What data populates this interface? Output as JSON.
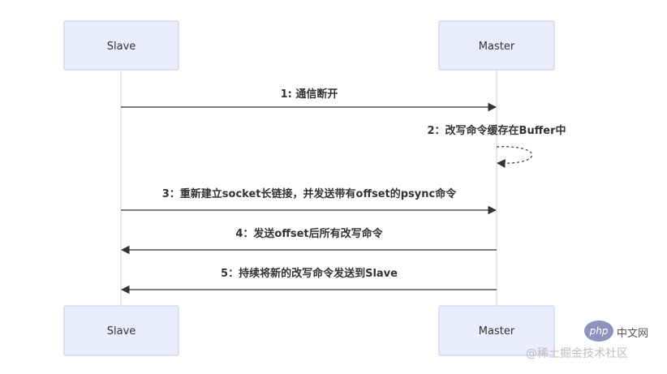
{
  "diagram": {
    "participants": [
      {
        "id": "slave",
        "label": "Slave"
      },
      {
        "id": "master",
        "label": "Master"
      }
    ],
    "messages": [
      {
        "from": "slave",
        "to": "master",
        "text": "1: 通信断开",
        "style": "solid"
      },
      {
        "from": "master",
        "to": "master",
        "text": "2：改写命令缓存在Buffer中",
        "style": "dashed"
      },
      {
        "from": "slave",
        "to": "master",
        "text": "3：重新建立socket长链接，并发送带有offset的psync命令",
        "style": "solid"
      },
      {
        "from": "master",
        "to": "slave",
        "text": "4：发送offset后所有改写命令",
        "style": "solid"
      },
      {
        "from": "master",
        "to": "slave",
        "text": "5：持续将新的改写命令发送到Slave",
        "style": "solid"
      }
    ]
  },
  "watermark": {
    "php_label": "php",
    "php_site": "中文网",
    "text": "@稀土掘金技术社区"
  },
  "colors": {
    "actor_fill": "#ececff",
    "actor_border": "#c7c7e8",
    "line": "#333333",
    "lifeline": "#d6d6d6"
  }
}
